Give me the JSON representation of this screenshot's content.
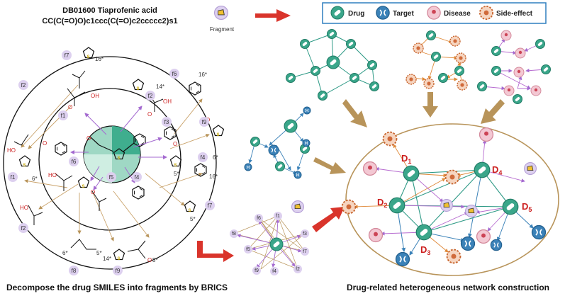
{
  "header": {
    "drug_line": "DB01600 Tiaprofenic acid",
    "smiles": "CC(C(=O)O)c1ccc(C(=O)c2ccccc2)s1",
    "fragment_label": "Fragment"
  },
  "legend": {
    "items": [
      {
        "name": "drug",
        "label": "Drug",
        "color": "#3aa68a"
      },
      {
        "name": "target",
        "label": "Target",
        "color": "#3b82b8"
      },
      {
        "name": "disease",
        "label": "Disease",
        "color": "#e8a8b8"
      },
      {
        "name": "side-effect",
        "label": "Side-effect",
        "color": "#d06a3a"
      }
    ]
  },
  "fragments": {
    "f1": "f1",
    "f2": "f2",
    "f3": "f3",
    "f4": "f4",
    "f5": "f5",
    "f6": "f6",
    "f7": "f7",
    "f8": "f8",
    "f9": "f9"
  },
  "atoms": {
    "oh": "OH",
    "ho": "HO",
    "o": "O",
    "s": "S",
    "s6": "6*",
    "s5": "5*",
    "s14": "14*",
    "s16": "16*"
  },
  "drug_labels": {
    "d1": "D",
    "d2": "D",
    "d3": "D",
    "d4": "D",
    "d5": "D",
    "sub1": "1",
    "sub2": "2",
    "sub3": "3",
    "sub4": "4",
    "sub5": "5"
  },
  "captions": {
    "left": "Decompose the drug SMILES into fragments by BRICS",
    "right": "Drug-related heterogeneous network construction"
  },
  "colors": {
    "drug": "#3aa68a",
    "target": "#3b82b8",
    "disease": "#e8a8b8",
    "side_effect": "#d06a3a",
    "fragment": "#c9b6e4",
    "arrow_red": "#d9342b",
    "arrow_tan": "#b8945a",
    "purple_edge": "#a46ad0",
    "orange_edge": "#e08a3a"
  }
}
